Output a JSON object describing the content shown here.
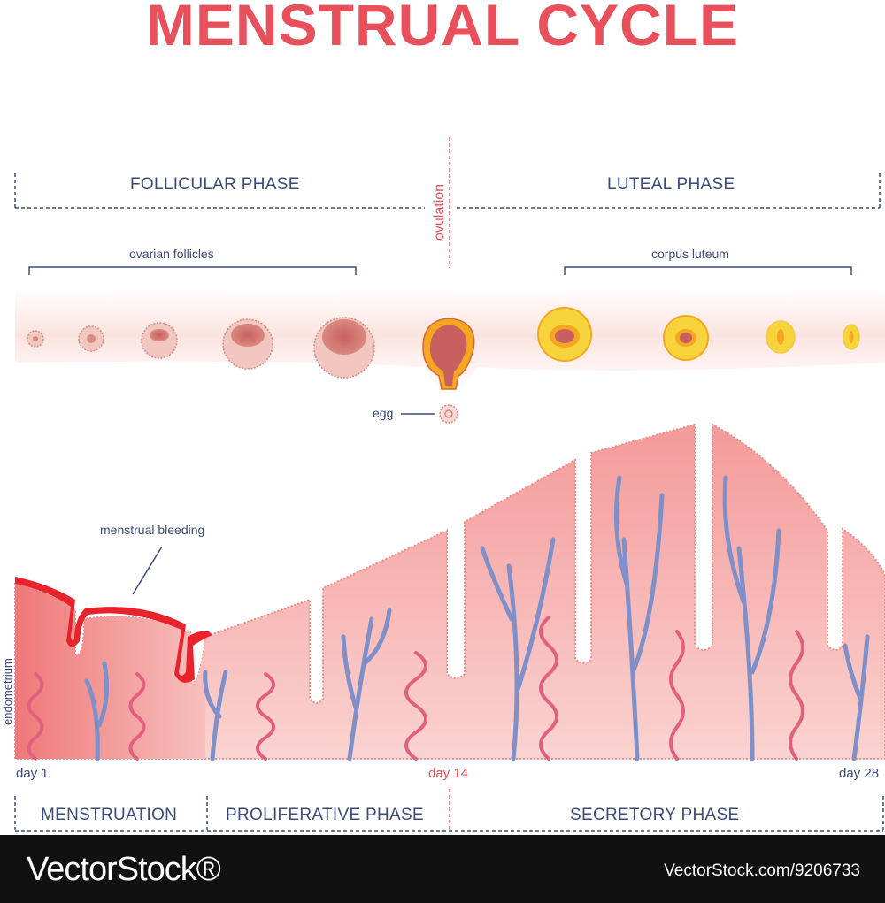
{
  "title": "MENSTRUAL CYCLE",
  "phases_top": {
    "follicular": "FOLLICULAR PHASE",
    "ovulation": "ovulation",
    "luteal": "LUTEAL PHASE"
  },
  "labels": {
    "ovarian_follicles": "ovarian follicles",
    "corpus_luteum": "corpus luteum",
    "egg": "egg",
    "menstrual_bleeding": "menstrual bleeding",
    "endometrium": "endometrium"
  },
  "days": {
    "start": "day 1",
    "middle": "day 14",
    "end": "day 28"
  },
  "phases_bottom": {
    "menstruation": "MENSTRUATION",
    "proliferative": "PROLIFERATIVE PHASE",
    "secretory": "SECRETORY PHASE"
  },
  "colors": {
    "title": "#e8505b",
    "label": "#3a4a7a",
    "tissue": "#f4a6a6",
    "blood": "#e8232b",
    "vein": "#7f8fc8",
    "artery": "#e0607e",
    "corpus": "#f7d43c"
  },
  "watermark": {
    "brand": "VectorStock®",
    "id": "VectorStock.com/9206733"
  }
}
